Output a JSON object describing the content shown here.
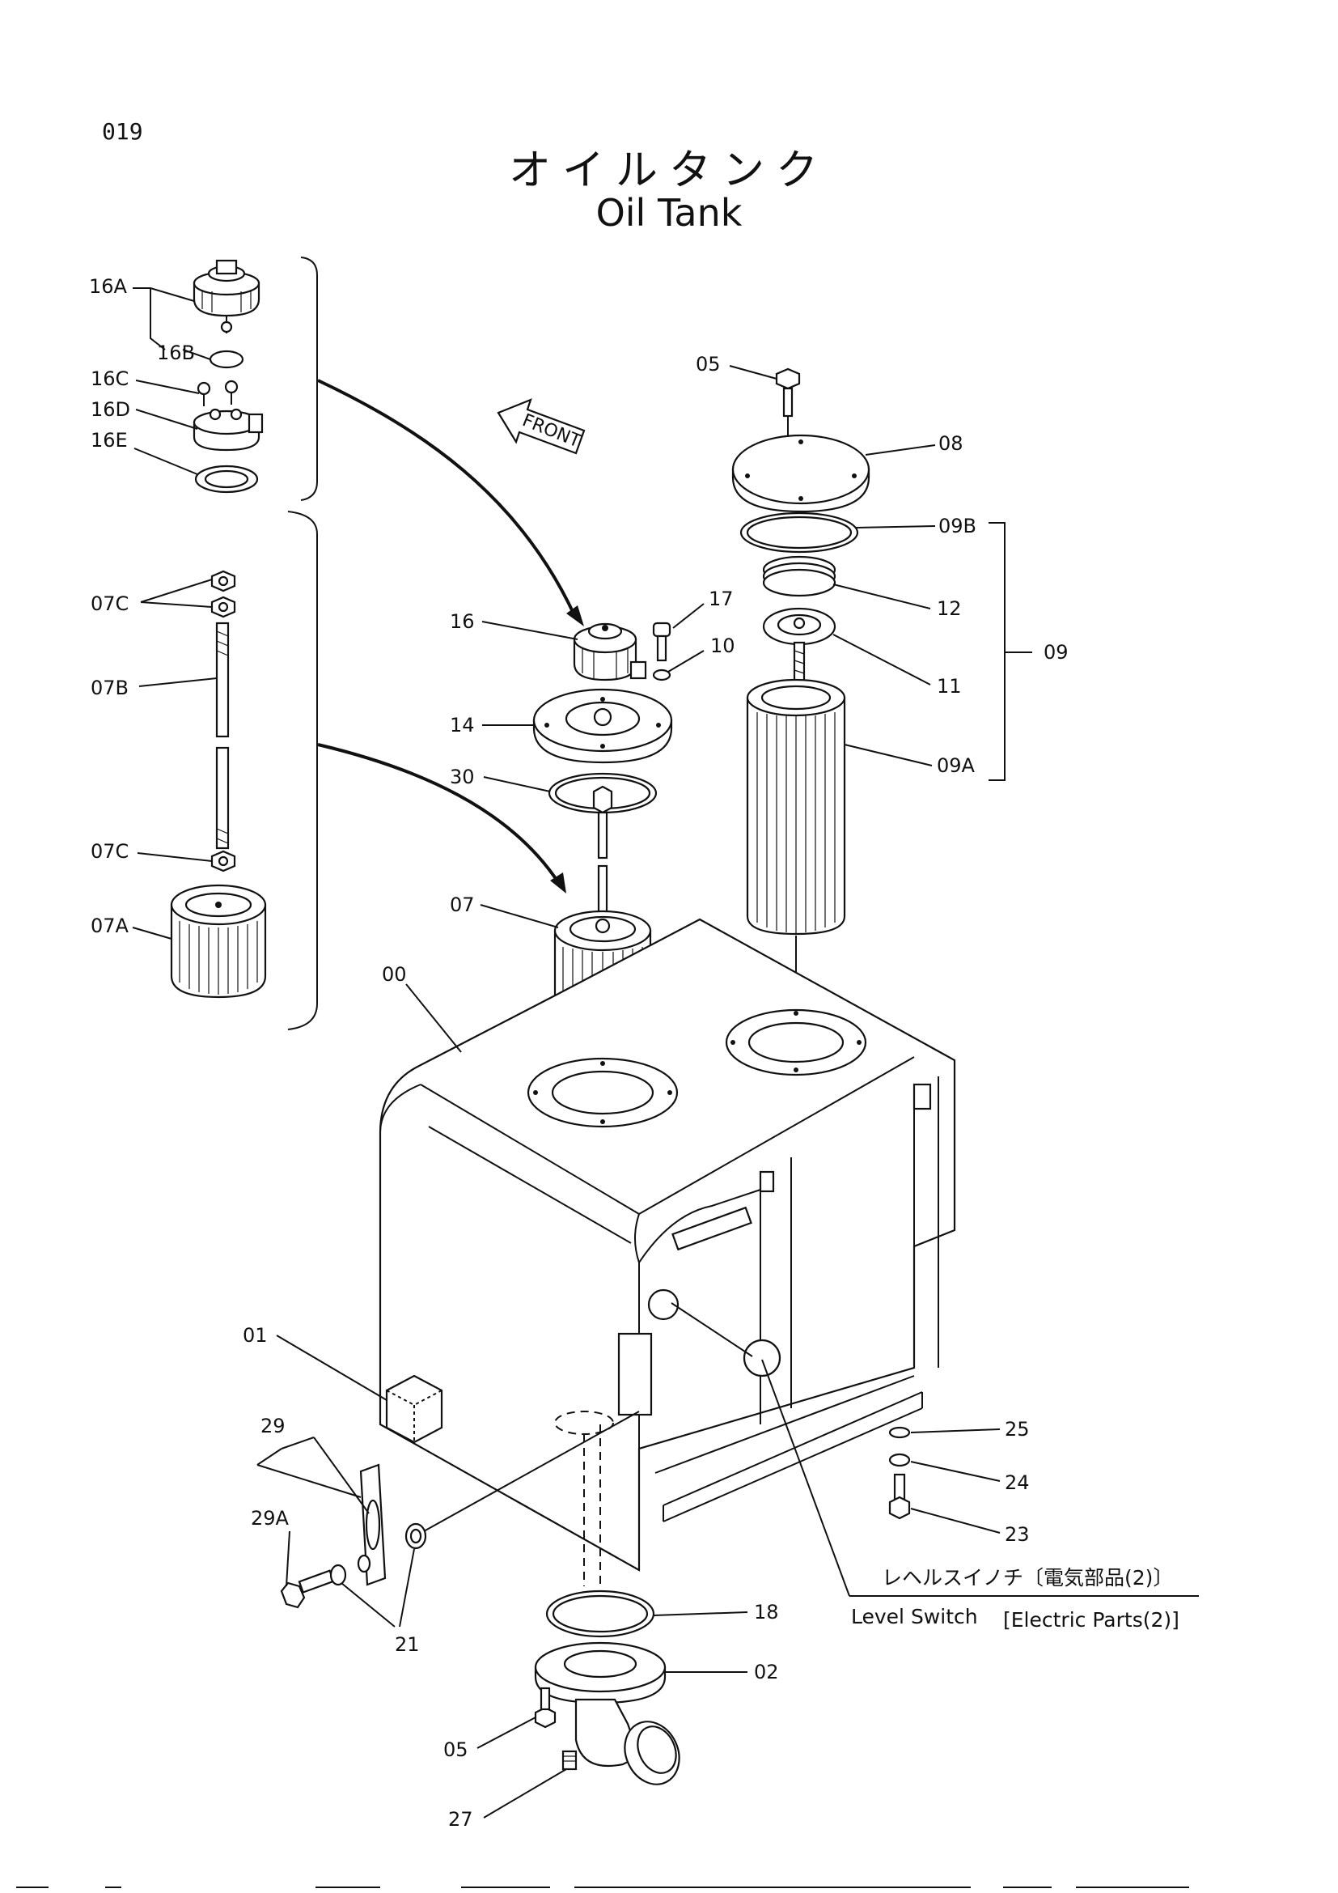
{
  "page": {
    "number": "019",
    "title_jp": "オイルタンク",
    "title_en": "Oil Tank"
  },
  "front_marker": "FRONT",
  "labels": {
    "l16A": "16A",
    "l16B": "16B",
    "l16C": "16C",
    "l16D": "16D",
    "l16E": "16E",
    "l07C_top": "07C",
    "l07B": "07B",
    "l07C_bottom": "07C",
    "l07A": "07A",
    "l05_top": "05",
    "l08": "08",
    "l09B": "09B",
    "l12": "12",
    "l11": "11",
    "l09": "09",
    "l09A": "09A",
    "l17": "17",
    "l16": "16",
    "l10": "10",
    "l14": "14",
    "l30": "30",
    "l07": "07",
    "l00": "00",
    "l01": "01",
    "l29": "29",
    "l29A": "29A",
    "l21": "21",
    "l25": "25",
    "l24": "24",
    "l23": "23",
    "l18": "18",
    "l02": "02",
    "l05_bottom": "05",
    "l27": "27"
  },
  "notes": {
    "level_switch_jp": "レヘルスイノチ〔電気部品(2)〕",
    "level_switch_en": "Level Switch",
    "electric_parts": "[Electric Parts(2)]"
  }
}
